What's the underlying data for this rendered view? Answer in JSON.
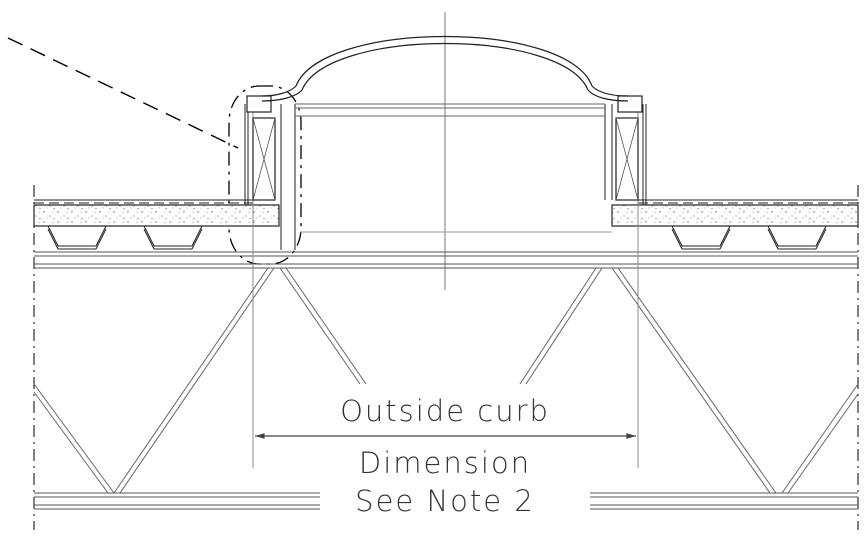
{
  "labels": {
    "line1": "Outside curb",
    "line2": "Dimension",
    "line3": "See Note 2"
  }
}
